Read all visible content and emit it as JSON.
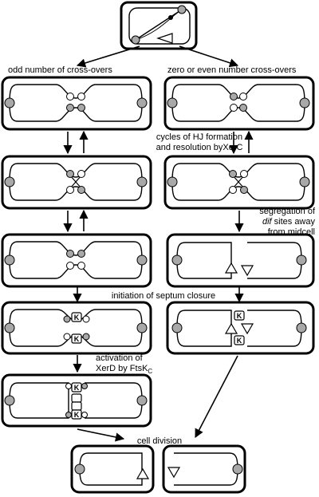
{
  "labels": {
    "odd": "odd number of cross-overs",
    "even": "zero or even number cross-overs",
    "cycles_1": "cycles of HJ formation",
    "cycles_2": "and resolution byXerC",
    "segregation_1": "segregation of",
    "segregation_dif": "dif",
    "segregation_2": "sites away",
    "segregation_3": "from midcell",
    "initiation": "initiation of septum closure",
    "activation_1": "activation of",
    "activation_2": "XerD by FtsK",
    "activation_sub": "C",
    "cell_division": "cell division"
  }
}
